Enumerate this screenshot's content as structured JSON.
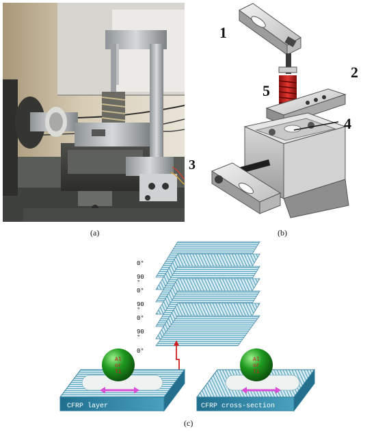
{
  "figure": {
    "panel_a": {
      "caption": "(a)",
      "callout": "3"
    },
    "panel_b": {
      "caption": "(b)",
      "callouts": [
        "1",
        "2",
        "5",
        "4"
      ]
    },
    "panel_c": {
      "caption": "(c)",
      "ply_angles": [
        "0°",
        "90\n°",
        "0°",
        "90\n°",
        "0°",
        "90\n°",
        "0°"
      ],
      "ball_label": [
        "Al",
        "or",
        "Ti"
      ],
      "left_block_label": "CFRP layer",
      "right_block_label": "CFRP cross-section"
    }
  },
  "colors": {
    "ply_fill": "#cfe6ee",
    "ply_stripe": "#5aa7c2",
    "block_top": "#c6e3ec",
    "block_side": "#2f7e9c",
    "ball": "#1f8f1f",
    "ball_text": "#d4132a",
    "arrow": "#d84fd6",
    "wire": "#d31d1d",
    "photo_bg": "#6b6d66",
    "steel": "#b9bcbf"
  }
}
